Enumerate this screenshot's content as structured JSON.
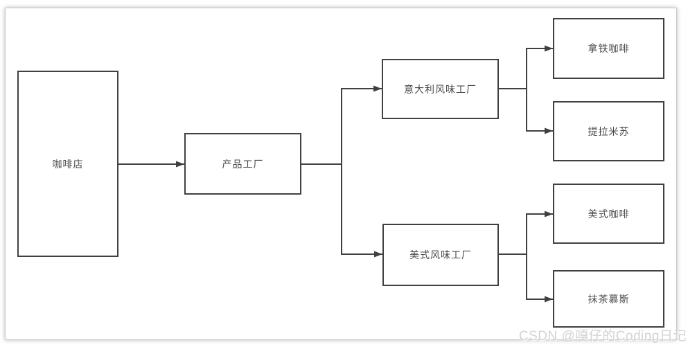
{
  "diagram": {
    "nodes": [
      {
        "id": "coffee-shop",
        "label": "咖啡店"
      },
      {
        "id": "product-factory",
        "label": "产品工厂"
      },
      {
        "id": "italian-flavor-factory",
        "label": "意大利风味工厂"
      },
      {
        "id": "american-flavor-factory",
        "label": "美式风味工厂"
      },
      {
        "id": "latte-coffee",
        "label": "拿铁咖啡"
      },
      {
        "id": "tiramisu",
        "label": "提拉米苏"
      },
      {
        "id": "american-coffee",
        "label": "美式咖啡"
      },
      {
        "id": "matcha-mousse",
        "label": "抹茶慕斯"
      }
    ],
    "edges": [
      {
        "from": "coffee-shop",
        "to": "product-factory"
      },
      {
        "from": "product-factory",
        "to": "italian-flavor-factory"
      },
      {
        "from": "product-factory",
        "to": "american-flavor-factory"
      },
      {
        "from": "italian-flavor-factory",
        "to": "latte-coffee"
      },
      {
        "from": "italian-flavor-factory",
        "to": "tiramisu"
      },
      {
        "from": "american-flavor-factory",
        "to": "american-coffee"
      },
      {
        "from": "american-flavor-factory",
        "to": "matcha-mousse"
      }
    ],
    "colors": {
      "line": "#404040",
      "box_border": "#404040",
      "box_background": "#ffffff",
      "text": "#4a4a4a",
      "watermark": "#d3d3d3"
    }
  },
  "watermark": {
    "text": "CSDN @嘎仔的Coding日记"
  }
}
